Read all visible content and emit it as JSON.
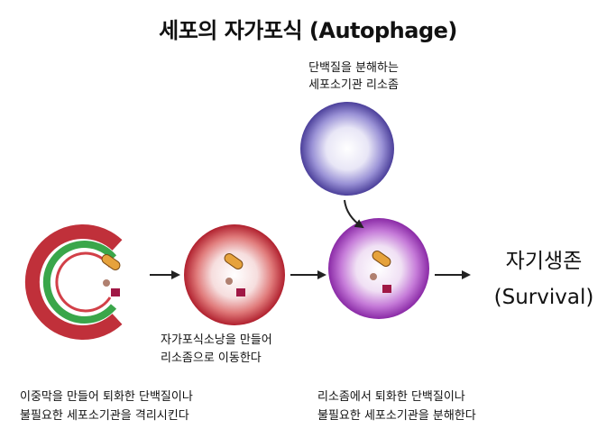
{
  "title": "세포의 자가포식 (Autophage)",
  "lysosome_label": [
    "단백질을 분해하는",
    "세포소기관 리소좀"
  ],
  "autophagosome_label": [
    "자가포식소낭을 만들어",
    "리소좀으로 이동한다"
  ],
  "step1_caption": [
    "이중막을 만들어 퇴화한 단백질이나",
    "불필요한 세포소기관을 격리시킨다"
  ],
  "step3_caption": [
    "리소좀에서 퇴화한 단백질이나",
    "불필요한 세포소기관을 분해한다"
  ],
  "result": [
    "자기생존",
    "(Survival)"
  ],
  "colors": {
    "membrane_red": "#c0303a",
    "membrane_green": "#3aa64a",
    "lysosome_purple": "#5a4fa8",
    "autolysosome_violet": "#9a3ab0",
    "cargo_orange": "#e6a23c",
    "cargo_crimson": "#a01845"
  }
}
